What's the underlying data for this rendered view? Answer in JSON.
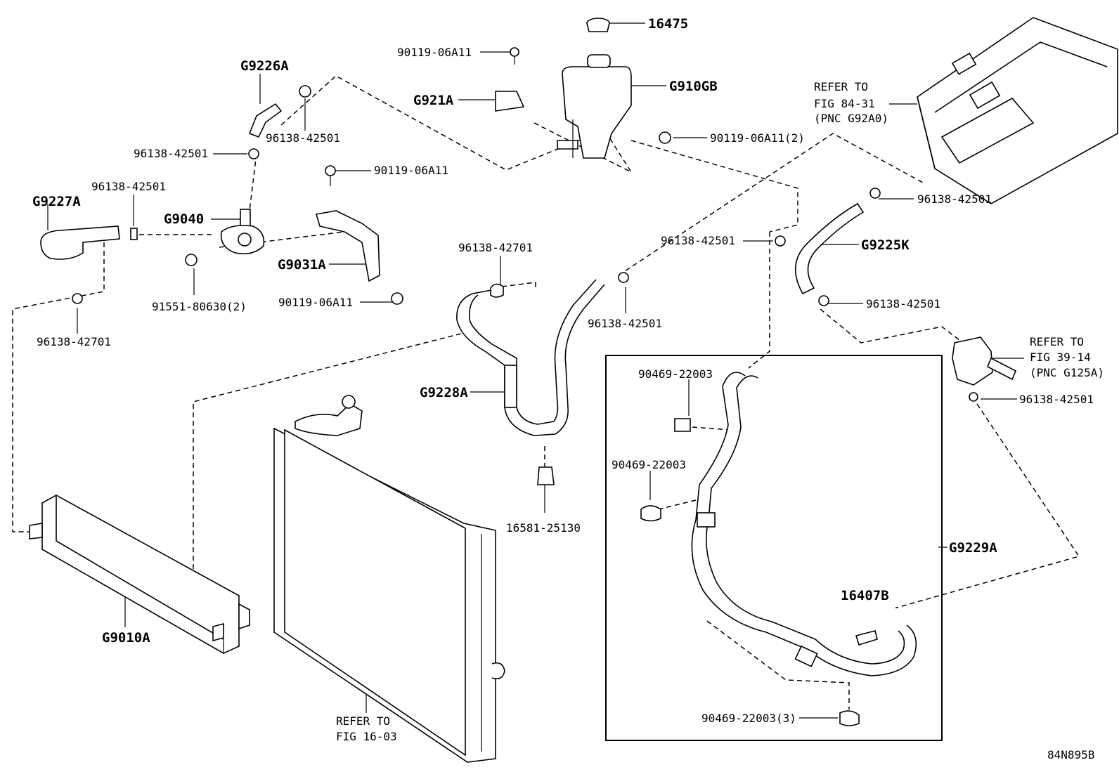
{
  "parts": {
    "p16475": "16475",
    "p90119_06A11_top": "90119-06A11",
    "pG921A": "G921A",
    "pG910GB": "G910GB",
    "p90119_06A11_2": "90119-06A11(2)",
    "pG9226A": "G9226A",
    "p96138_42501_a": "96138-42501",
    "p96138_42501_b": "96138-42501",
    "p90119_06A11_mid": "90119-06A11",
    "pG9227A": "G9227A",
    "p96138_42501_c": "96138-42501",
    "pG9040": "G9040",
    "pG9031A": "G9031A",
    "p91551_80630_2": "91551-80630(2)",
    "p90119_06A11_low": "90119-06A11",
    "p96138_42701_a": "96138-42701",
    "p96138_42701_b": "96138-42701",
    "p96138_42501_d": "96138-42501",
    "p96138_42501_e": "96138-42501",
    "pG9228A": "G9228A",
    "p16581_25130": "16581-25130",
    "p96138_42501_f": "96138-42501",
    "pG9225K": "G9225K",
    "p96138_42501_g": "96138-42501",
    "p96138_42501_h": "96138-42501",
    "p90469_22003_a": "90469-22003",
    "p90469_22003_b": "90469-22003",
    "p90469_22003_3": "90469-22003(3)",
    "p16407B": "16407B",
    "pG9229A": "G9229A",
    "pG9010A": "G9010A"
  },
  "refers": {
    "inverter": [
      "REFER TO",
      "FIG 84-31",
      "(PNC G92A0)"
    ],
    "heater": [
      "REFER TO",
      "FIG 39-14",
      "(PNC G125A)"
    ],
    "radiator": [
      "REFER TO",
      "FIG 16-03"
    ]
  },
  "figure_id": "84N895B"
}
